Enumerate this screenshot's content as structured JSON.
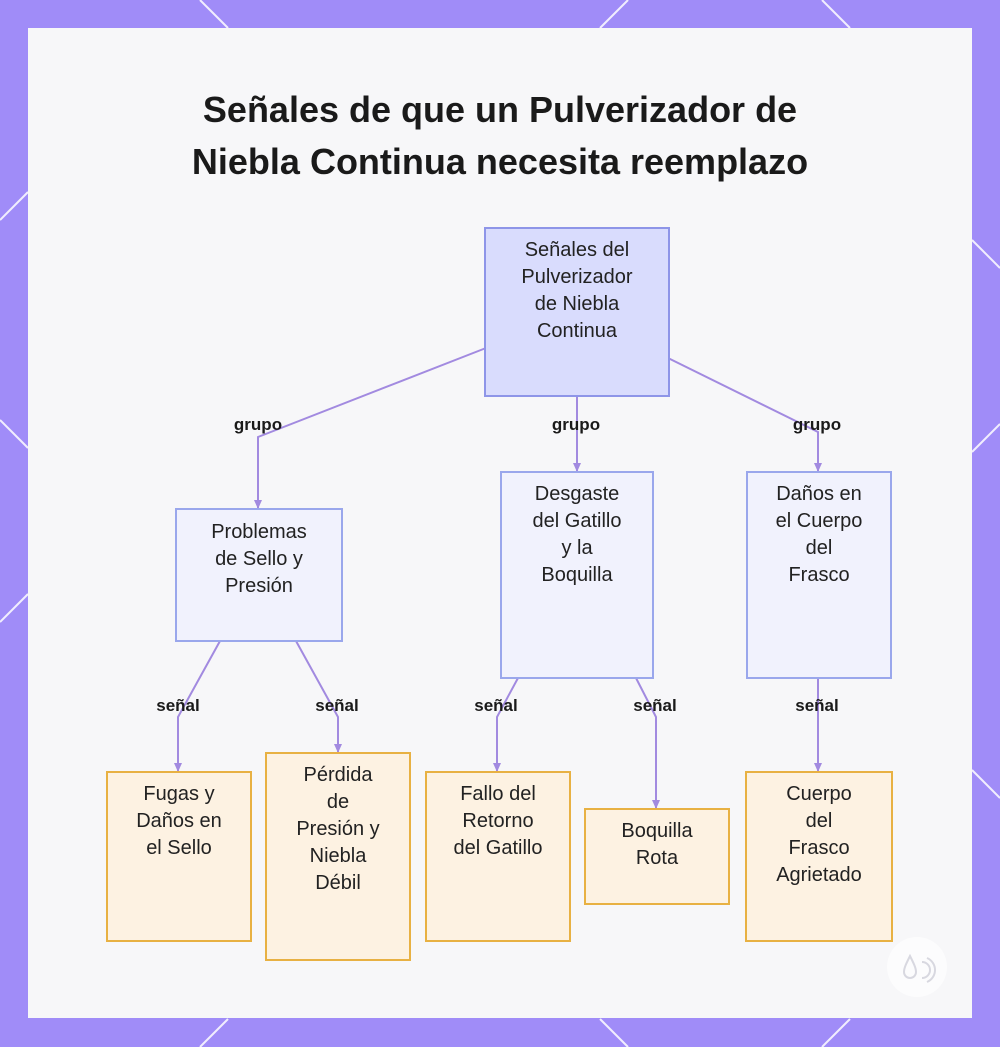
{
  "title_lines": [
    "Señales de que un Pulverizador de",
    "Niebla Continua necesita reemplazo"
  ],
  "root": {
    "label": "Señales del\nPulverizador\nde Niebla\nContinua"
  },
  "groups": [
    {
      "label": "Problemas\nde Sello y\nPresión"
    },
    {
      "label": "Desgaste\ndel Gatillo\ny la\nBoquilla"
    },
    {
      "label": "Daños en\nel Cuerpo\ndel\nFrasco"
    }
  ],
  "leaves": [
    {
      "label": "Fugas y\nDaños en\nel Sello"
    },
    {
      "label": "Pérdida\nde\nPresión y\nNiebla\nDébil"
    },
    {
      "label": "Fallo del\nRetorno\ndel Gatillo"
    },
    {
      "label": "Boquilla\nRota"
    },
    {
      "label": "Cuerpo\ndel\nFrasco\nAgrietado"
    }
  ],
  "edge_labels": {
    "group": "grupo",
    "signal": "señal"
  },
  "colors": {
    "frame": "#a08cf8",
    "root_fill": "#d9dcfd",
    "group_fill": "#f1f2fd",
    "leaf_fill": "#fdf2e2",
    "leaf_border": "#e8b143",
    "edge": "#a28ae0"
  }
}
